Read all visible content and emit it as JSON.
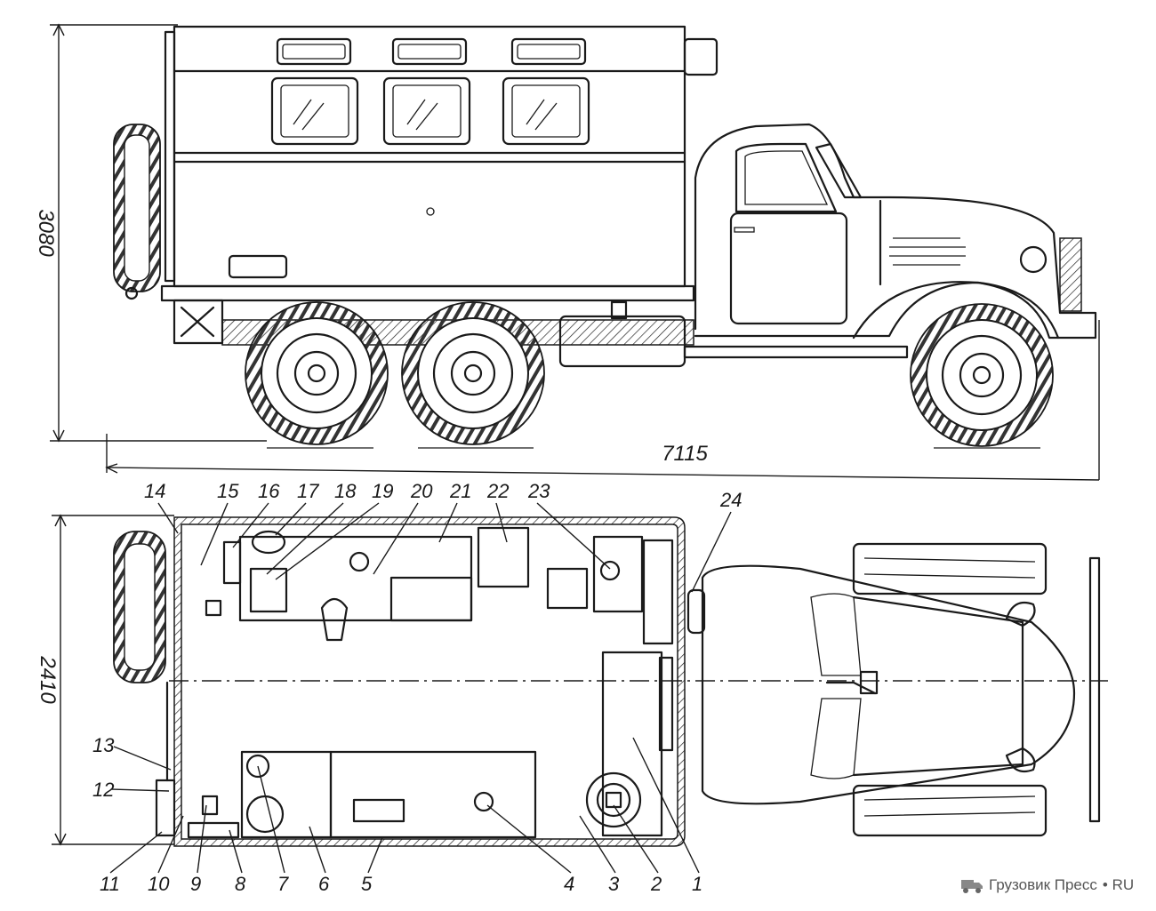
{
  "dimensions": {
    "length": "7115",
    "height": "3080",
    "width": "2410"
  },
  "callouts": [
    "1",
    "2",
    "3",
    "4",
    "5",
    "6",
    "7",
    "8",
    "9",
    "10",
    "11",
    "12",
    "13",
    "14",
    "15",
    "16",
    "17",
    "18",
    "19",
    "20",
    "21",
    "22",
    "23",
    "24"
  ],
  "watermark": {
    "brand": "Грузовик Пресс",
    "suffix": "• RU"
  }
}
